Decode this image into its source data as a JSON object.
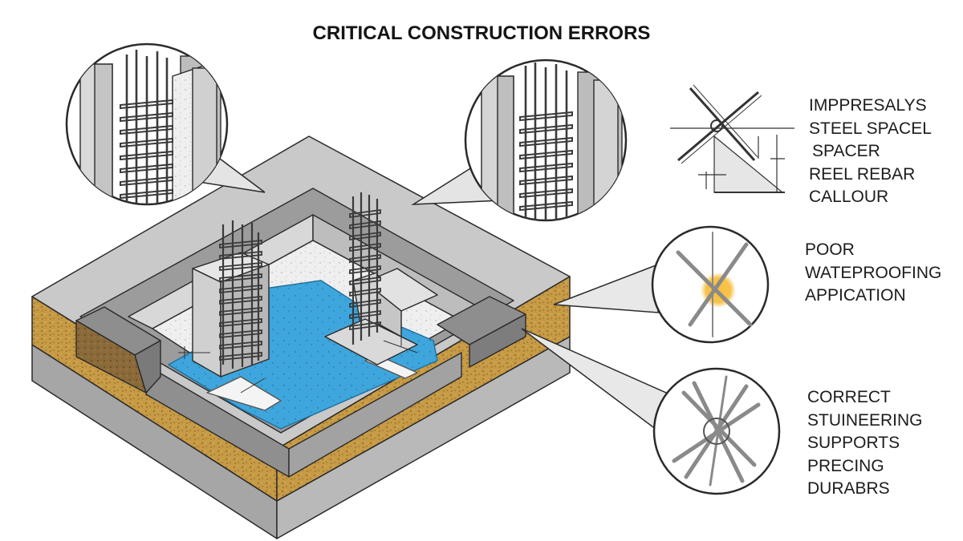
{
  "title": "CRITICAL CONSTRUCTION ERRORS",
  "callouts": [
    {
      "id": "spacer",
      "lines": [
        "IMPPRESALYS",
        "STEEL SPACEL",
        "SPACER",
        "REEL REBAR",
        "CALLOUR"
      ]
    },
    {
      "id": "waterproofing",
      "lines": [
        "POOR",
        "WATEPROOFING",
        "APPICATION"
      ]
    },
    {
      "id": "supports",
      "lines": [
        "CORRECT",
        "STUINEERING",
        "SUPPORTS",
        "PRECING",
        "DURABRS"
      ]
    }
  ],
  "colors": {
    "concrete_top": "#c9c9c9",
    "concrete_side": "#a9a9a9",
    "soil": "#c79a45",
    "water": "#3ea6dc",
    "highlight": "#f5b82e",
    "outline": "#2a2a2a"
  }
}
